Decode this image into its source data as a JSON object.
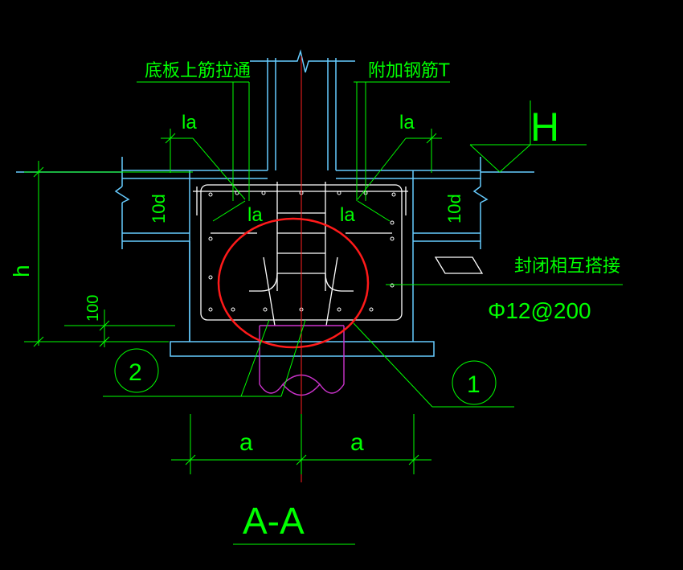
{
  "drawing": {
    "labels": {
      "top_bar_through": "底板上筋拉通",
      "additional_rebar": "附加钢筋T",
      "la_left_top": "la",
      "la_right_top": "la",
      "la_left_inner": "la",
      "la_right_inner": "la",
      "d10_left": "10d",
      "d10_right": "10d",
      "h_dim": "h",
      "dim_100": "100",
      "elev_mark": "H",
      "closed_lap": "封闭相互搭接",
      "stirrup_spec": "Φ12@200",
      "dim_a_left": "a",
      "dim_a_right": "a",
      "callout_1": "1",
      "callout_2": "2",
      "section_title": "A-A"
    },
    "colors": {
      "background": "#000000",
      "annotation": "#00ff00",
      "concrete_outline": "#66ccff",
      "rebar": "#ffffff",
      "centerline": "#ff2020",
      "highlight_circle": "#ff1a1a",
      "pile": "#cc33cc"
    }
  }
}
